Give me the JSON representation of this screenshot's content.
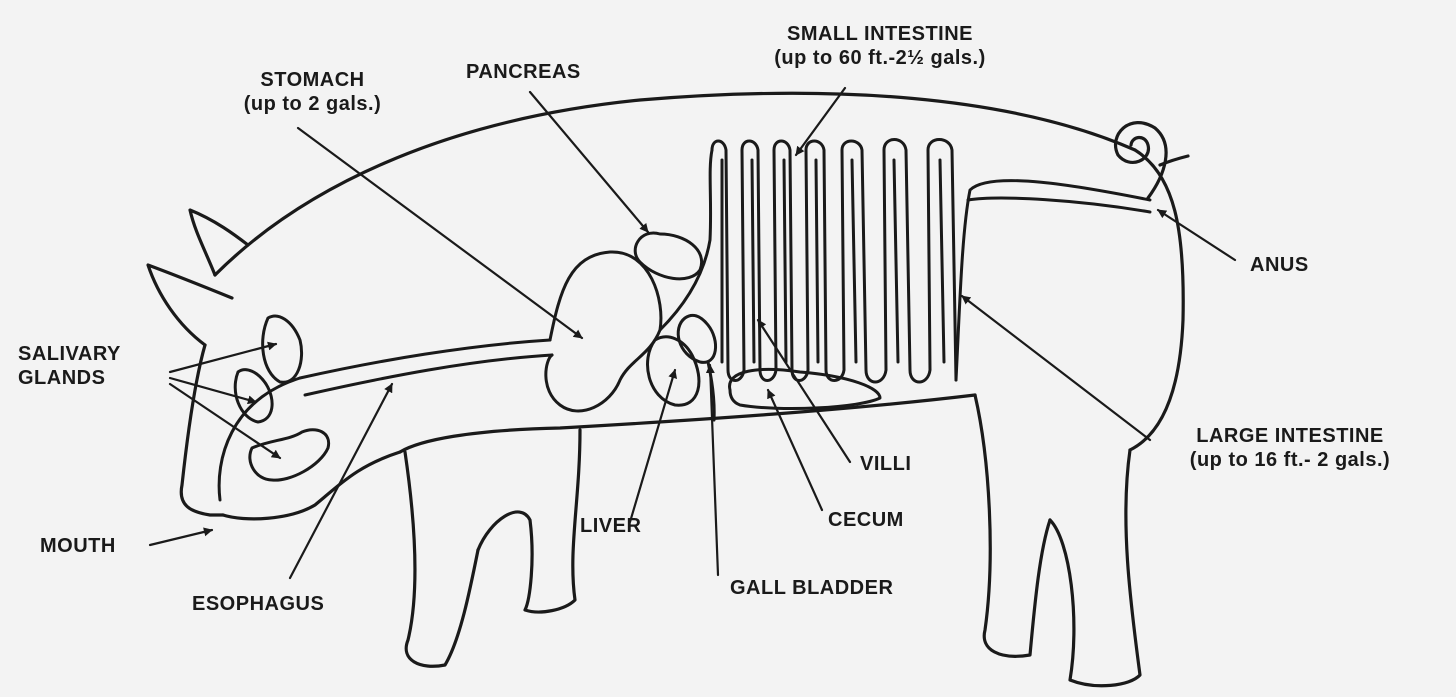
{
  "labels": {
    "small_intestine": {
      "name": "SMALL INTESTINE",
      "detail": "(up to 60 ft.-2½ gals.)"
    },
    "stomach": {
      "name": "STOMACH",
      "detail": "(up to 2 gals.)"
    },
    "pancreas": {
      "name": "PANCREAS"
    },
    "anus": {
      "name": "ANUS"
    },
    "salivary_glands": {
      "line1": "SALIVARY",
      "line2": "GLANDS"
    },
    "large_intestine": {
      "name": "LARGE INTESTINE",
      "detail": "(up to 16 ft.- 2 gals.)"
    },
    "villi": {
      "name": "VILLI"
    },
    "mouth": {
      "name": "MOUTH"
    },
    "liver": {
      "name": "LIVER"
    },
    "cecum": {
      "name": "CECUM"
    },
    "esophagus": {
      "name": "ESOPHAGUS"
    },
    "gall_bladder": {
      "name": "GALL BLADDER"
    }
  },
  "colors": {
    "background": "#f3f3f3",
    "ink": "#1a1a1a"
  }
}
